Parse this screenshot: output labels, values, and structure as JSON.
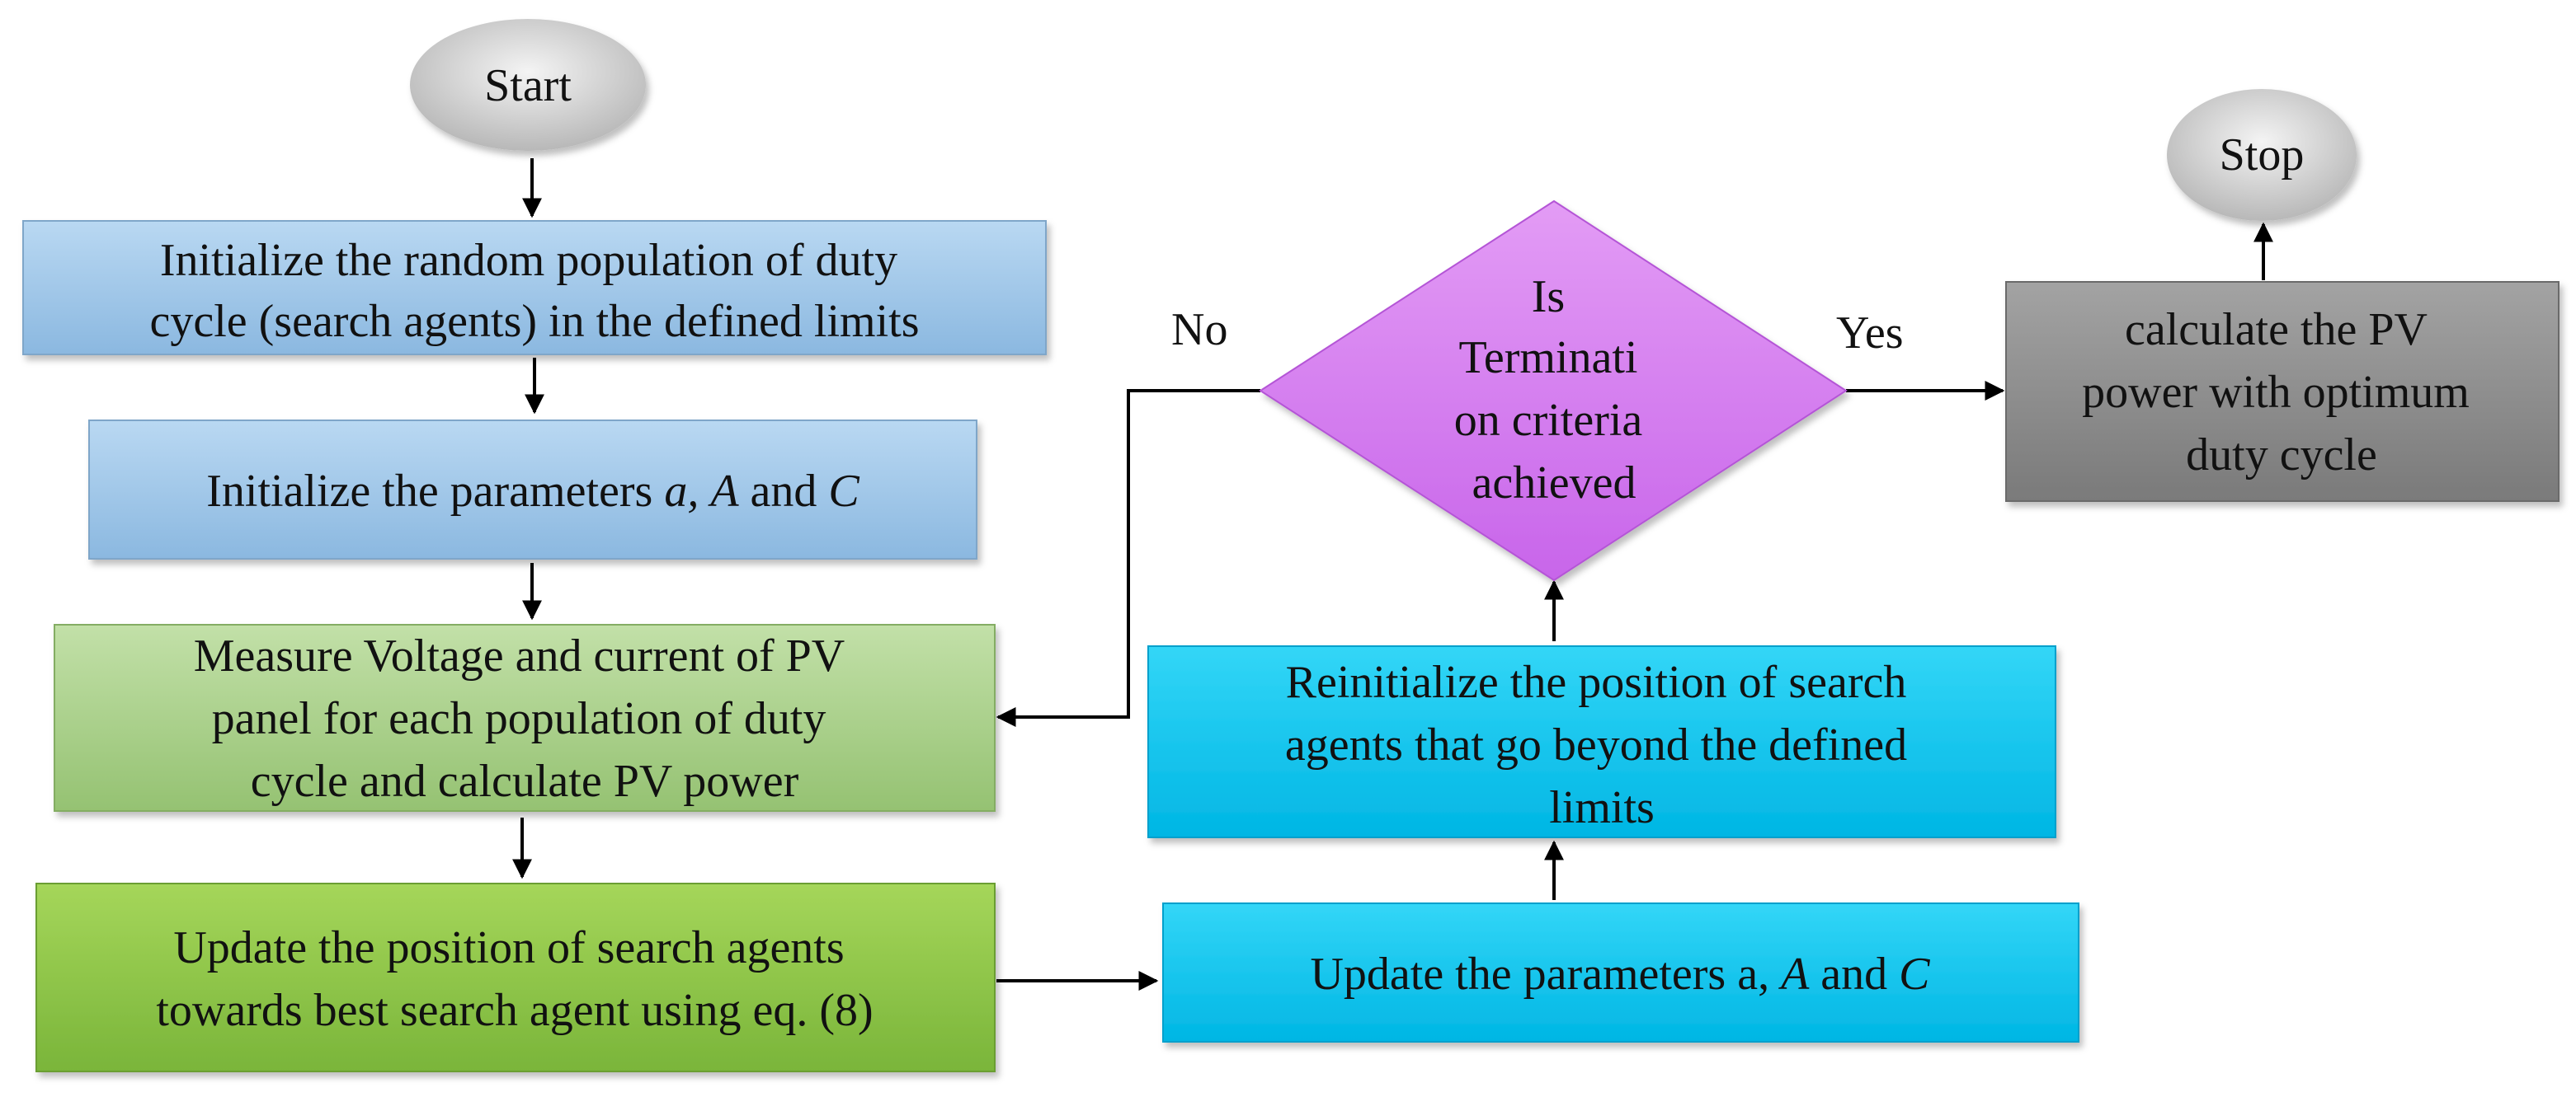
{
  "start": {
    "label": "Start"
  },
  "stop": {
    "label": "Stop"
  },
  "init_population": {
    "lines": [
      "Initialize the random population of duty",
      "cycle (search agents) in the defined limits"
    ]
  },
  "init_params": {
    "prefix": "Initialize the parameters ",
    "a": "a,",
    "sp1": " ",
    "A": "A",
    "and": " and ",
    "C": "C"
  },
  "measure": {
    "lines": [
      "Measure Voltage and current of PV",
      "panel for each population of duty",
      "cycle and calculate PV power"
    ]
  },
  "update_position": {
    "lines": [
      "Update the position of  search agents",
      "towards best search agent using eq. (8)"
    ]
  },
  "update_params": {
    "prefix": "Update the parameters a, ",
    "A": "A",
    "and": " and ",
    "C": "C"
  },
  "reinit": {
    "lines": [
      "Reinitialize the position of search",
      "agents that go beyond the defined",
      "limits"
    ]
  },
  "decision": {
    "lines": [
      "Is",
      "Terminati",
      "on criteria",
      "achieved"
    ]
  },
  "calc_power": {
    "lines": [
      "calculate the PV",
      "power with optimum",
      "duty cycle"
    ]
  },
  "edges": {
    "no": "No",
    "yes": "Yes"
  },
  "colors": {
    "start_fill": "#cfcfcf",
    "blue_box": "#9fc5e8",
    "green_light": "#a9d18e",
    "green_dark": "#8dc63f",
    "cyan": "#00c8f0",
    "magenta": "#d77ff0",
    "gray_box": "#8c8c8c",
    "line": "#000000"
  }
}
